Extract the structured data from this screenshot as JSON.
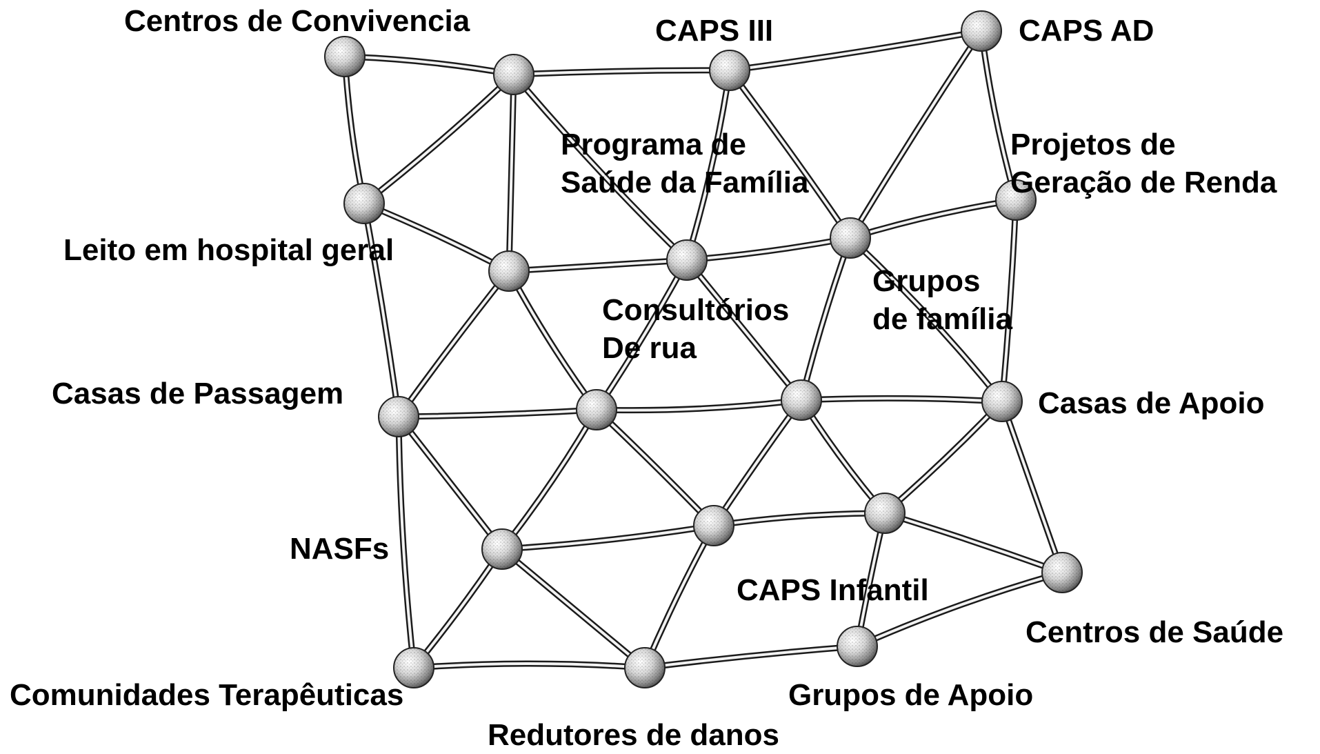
{
  "network": {
    "labels": {
      "centros_convivencia": "Centros de Convivencia",
      "caps_iii": "CAPS III",
      "caps_ad": "CAPS AD",
      "programa_psf": [
        "Programa de",
        "Saúde da Família"
      ],
      "projetos_renda": [
        "Projetos de",
        "Geração de Renda"
      ],
      "leito_hospital": "Leito em hospital geral",
      "grupos_familia": [
        "Grupos",
        "de família"
      ],
      "consultorios_rua": [
        "Consultórios",
        "De rua"
      ],
      "casas_passagem": "Casas de Passagem",
      "casas_apoio": "Casas de Apoio",
      "nasfs": "NASFs",
      "caps_infantil": "CAPS Infantil",
      "centros_saude": "Centros de Saúde",
      "comunidades_terapeuticas": "Comunidades Terapêuticas",
      "grupos_apoio": "Grupos de Apoio",
      "redutores_danos": "Redutores de danos"
    }
  }
}
